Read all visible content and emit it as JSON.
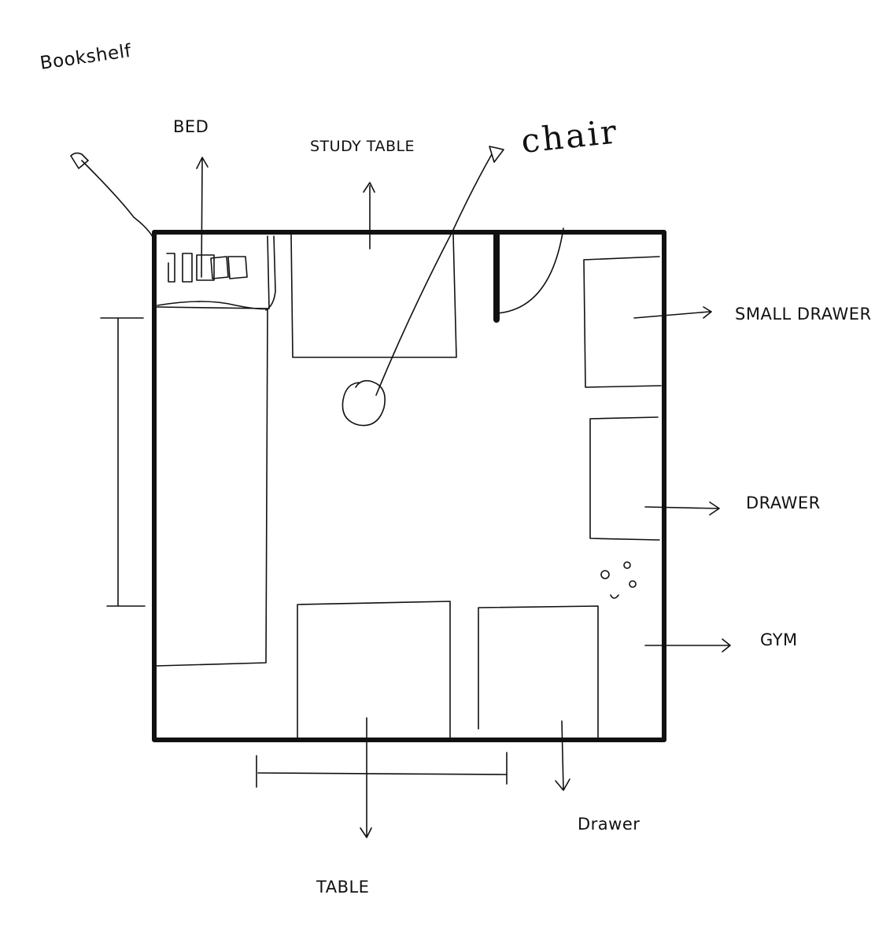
{
  "labels": {
    "bookshelf": "Bookshelf",
    "bed": "BED",
    "study_table": "STUDY TABLE",
    "chair": "chair",
    "small_drawer": "SMALL DRAWER",
    "drawer_right": "DRAWER",
    "gym": "GYM",
    "drawer_bottom": "Drawer",
    "table": "TABLE"
  },
  "colors": {
    "ink": "#111111",
    "paper": "#ffffff"
  }
}
